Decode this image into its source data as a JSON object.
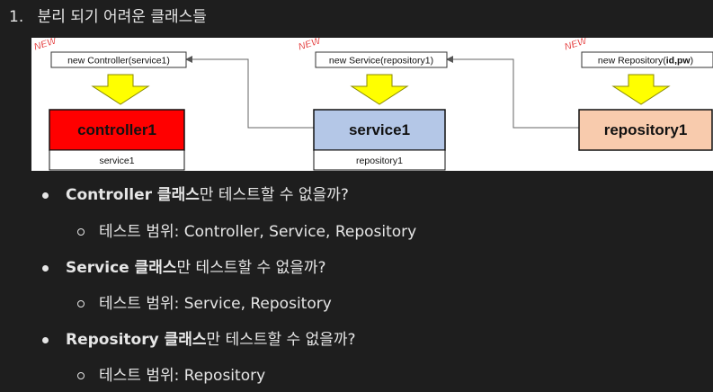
{
  "heading": {
    "number": "1.",
    "text": "분리 되기 어려운 클래스들"
  },
  "diagram": {
    "new_badge": "NEW",
    "columns": [
      {
        "constructor_prefix": "new Controller(",
        "constructor_args": "service1",
        "constructor_suffix": ")",
        "args_bold": false,
        "class_name": "controller1",
        "dependency": "service1",
        "fill": "#ff0000"
      },
      {
        "constructor_prefix": "new Service(",
        "constructor_args": "repository1",
        "constructor_suffix": ")",
        "args_bold": false,
        "class_name": "service1",
        "dependency": "repository1",
        "fill": "#b4c7e7"
      },
      {
        "constructor_prefix": "new Repository(",
        "constructor_args": "id,pw",
        "constructor_suffix": ")",
        "args_bold": true,
        "class_name": "repository1",
        "dependency": "",
        "fill": "#f8cbad"
      }
    ],
    "colors": {
      "arrow_fill": "#ffff00",
      "arrow_stroke": "#8a8a00",
      "badge": "#e02020"
    }
  },
  "bullets": [
    {
      "strong": "Controller 클래스",
      "text": "만 테스트할 수 없을까?",
      "sub_label": "테스트 범위: ",
      "sub_value": "Controller, Service, Repository"
    },
    {
      "strong": "Service 클래스",
      "text": "만 테스트할 수 없을까?",
      "sub_label": "테스트 범위: ",
      "sub_value": "Service, Repository"
    },
    {
      "strong": "Repository 클래스",
      "text": "만 테스트할 수 없을까?",
      "sub_label": "테스트 범위: ",
      "sub_value": "Repository"
    }
  ]
}
